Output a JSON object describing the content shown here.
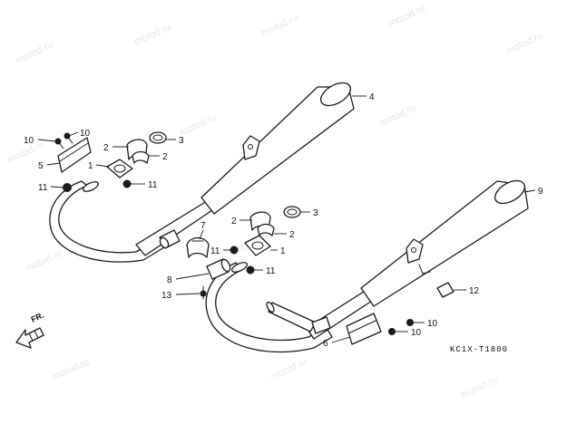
{
  "watermark": "motod.ru",
  "diagram_code": "KC1X-T1800",
  "direction_label": "FR.",
  "callouts": [
    {
      "id": "c4",
      "label": "4"
    },
    {
      "id": "c9",
      "label": "9"
    },
    {
      "id": "c10a",
      "label": "10"
    },
    {
      "id": "c10b",
      "label": "10"
    },
    {
      "id": "c5",
      "label": "5"
    },
    {
      "id": "c2a",
      "label": "2"
    },
    {
      "id": "c2b",
      "label": "2"
    },
    {
      "id": "c3a",
      "label": "3"
    },
    {
      "id": "c1a",
      "label": "1"
    },
    {
      "id": "c11a",
      "label": "11"
    },
    {
      "id": "c11b",
      "label": "11"
    },
    {
      "id": "c2c",
      "label": "2"
    },
    {
      "id": "c2d",
      "label": "2"
    },
    {
      "id": "c3b",
      "label": "3"
    },
    {
      "id": "c7",
      "label": "7"
    },
    {
      "id": "c11c",
      "label": "11"
    },
    {
      "id": "c1b",
      "label": "1"
    },
    {
      "id": "c11d",
      "label": "11"
    },
    {
      "id": "c8",
      "label": "8"
    },
    {
      "id": "c13",
      "label": "13"
    },
    {
      "id": "c12",
      "label": "12"
    },
    {
      "id": "c10c",
      "label": "10"
    },
    {
      "id": "c10d",
      "label": "10"
    },
    {
      "id": "c6",
      "label": "6"
    }
  ]
}
